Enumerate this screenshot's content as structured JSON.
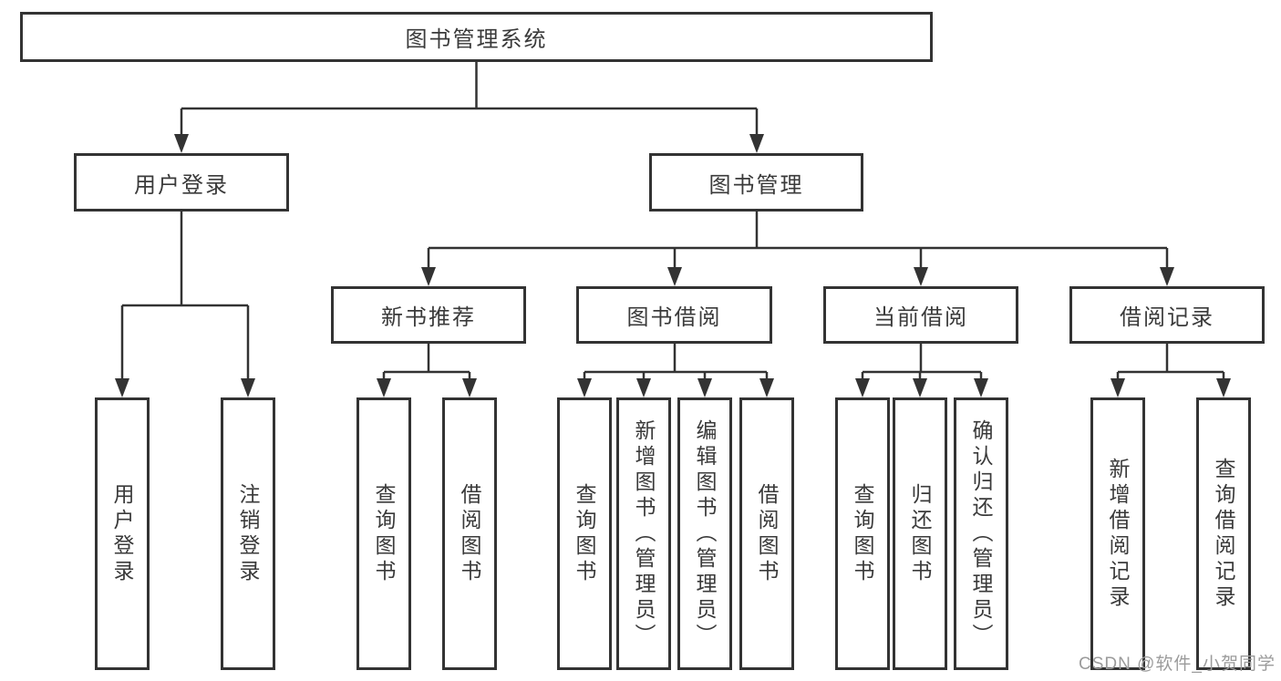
{
  "diagram": {
    "title": "图书管理系统",
    "root": {
      "label": "图书管理系统"
    },
    "level2": [
      {
        "label": "用户登录"
      },
      {
        "label": "图书管理"
      }
    ],
    "level3": [
      {
        "label": "新书推荐"
      },
      {
        "label": "图书借阅"
      },
      {
        "label": "当前借阅"
      },
      {
        "label": "借阅记录"
      }
    ],
    "leaves": [
      {
        "label": "用户登录"
      },
      {
        "label": "注销登录"
      },
      {
        "label": "查询图书"
      },
      {
        "label": "借阅图书"
      },
      {
        "label": "查询图书"
      },
      {
        "label": "新增图书（管理员）"
      },
      {
        "label": "编辑图书（管理员）"
      },
      {
        "label": "借阅图书"
      },
      {
        "label": "查询图书"
      },
      {
        "label": "归还图书"
      },
      {
        "label": "确认归还（管理员）"
      },
      {
        "label": "新增借阅记录"
      },
      {
        "label": "查询借阅记录"
      }
    ],
    "colors": {
      "line": "#333333",
      "text": "#3a3a3a",
      "background": "#ffffff",
      "watermark": "#9b9b9b"
    }
  },
  "watermark": {
    "text": "CSDN @软件_小贺同学"
  }
}
